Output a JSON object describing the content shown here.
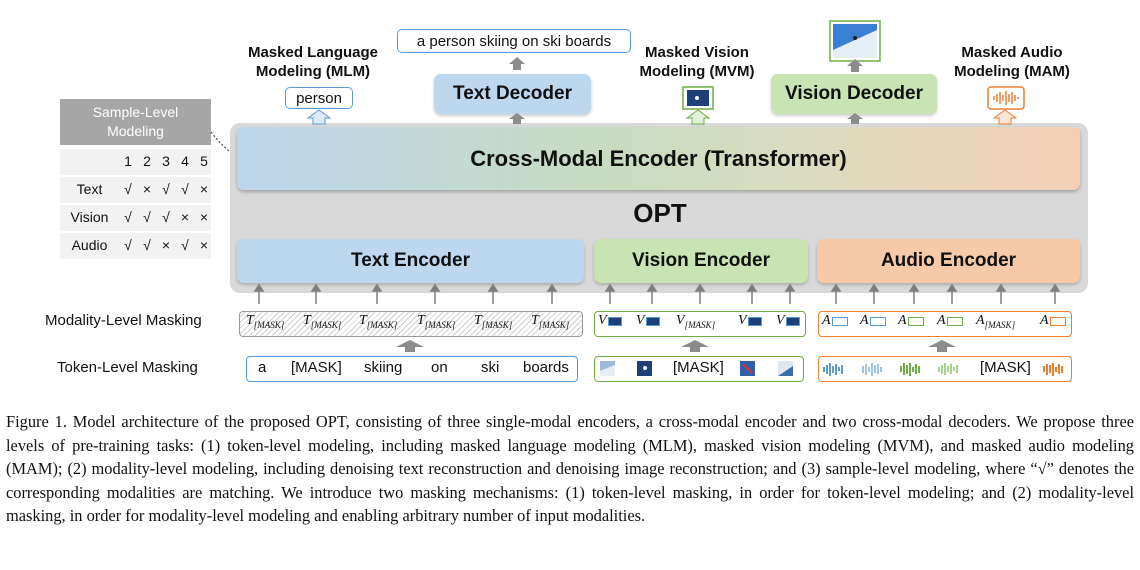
{
  "diagram": {
    "cross_encoder": "Cross-Modal Encoder (Transformer)",
    "opt": "OPT",
    "text_encoder": "Text Encoder",
    "vision_encoder": "Vision Encoder",
    "audio_encoder": "Audio Encoder",
    "text_decoder": "Text Decoder",
    "vision_decoder": "Vision Decoder",
    "mlm_title_1": "Masked Language",
    "mlm_title_2": "Modeling (MLM)",
    "mvm_title_1": "Masked Vision",
    "mvm_title_2": "Modeling (MVM)",
    "mam_title_1": "Masked Audio",
    "mam_title_2": "Modeling (MAM)",
    "mlm_output": "person",
    "text_decoder_output": "a person skiing on ski boards",
    "colors": {
      "text": "#bdd7ee",
      "vision": "#c9e3b2",
      "audio": "#f6c9a8",
      "panel": "#d9d9d9"
    }
  },
  "sample_table": {
    "title_1": "Sample-Level",
    "title_2": "Modeling",
    "columns": [
      "1",
      "2",
      "3",
      "4",
      "5"
    ],
    "rows": [
      {
        "name": "Text",
        "cells": [
          "√",
          "×",
          "√",
          "√",
          "×"
        ]
      },
      {
        "name": "Vision",
        "cells": [
          "√",
          "√",
          "√",
          "×",
          "×"
        ]
      },
      {
        "name": "Audio",
        "cells": [
          "√",
          "√",
          "×",
          "√",
          "×"
        ]
      }
    ]
  },
  "masking": {
    "modality_label": "Modality-Level Masking",
    "token_label": "Token-Level Masking",
    "text_tokens_mod": [
      "T",
      "T",
      "T",
      "T",
      "T",
      "T"
    ],
    "mask_sub": "[MASK]",
    "vision_tokens_mod": [
      "V",
      "V",
      "V",
      "V",
      "V"
    ],
    "audio_tokens_mod": [
      "A",
      "A",
      "A",
      "A",
      "A",
      "A"
    ],
    "text_tokens": [
      "a",
      "[MASK]",
      "skiing",
      "on",
      "ski",
      "boards"
    ],
    "vision_mask": "[MASK]",
    "audio_mask": "[MASK]"
  },
  "caption": {
    "text": "Figure 1. Model architecture of the proposed OPT, consisting of three single-modal encoders, a cross-modal encoder and two cross-modal decoders. We propose three levels of pre-training tasks: (1) token-level modeling, including masked language modeling (MLM), masked vision modeling (MVM), and masked audio modeling (MAM); (2) modality-level modeling, including denoising text reconstruction and denoising image reconstruction; and (3) sample-level modeling, where “√” denotes the corresponding modalities are matching. We introduce two masking mechanisms: (1) token-level masking, in order for token-level modeling; and (2) modality-level masking, in order for modality-level modeling and enabling arbitrary number of input modalities."
  }
}
